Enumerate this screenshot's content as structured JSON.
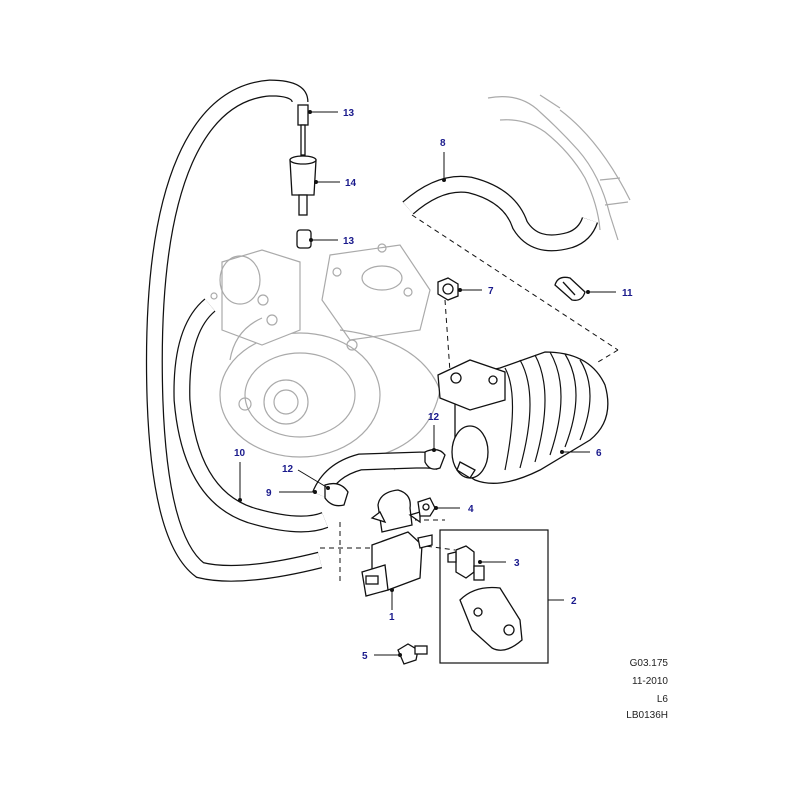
{
  "callouts": {
    "c13a": "13",
    "c14": "14",
    "c13b": "13",
    "c8": "8",
    "c7": "7",
    "c11": "11",
    "c12a": "12",
    "c6": "6",
    "c10": "10",
    "c12b": "12",
    "c9": "9",
    "c4": "4",
    "c3": "3",
    "c2": "2",
    "c1": "1",
    "c5": "5"
  },
  "meta": {
    "ref": "G03.175",
    "date": "11-2010",
    "model": "L6",
    "code": "LB0136H"
  },
  "colors": {
    "callout": "#1a1a8c",
    "line": "#111111",
    "ghost": "#aaaaaa"
  }
}
